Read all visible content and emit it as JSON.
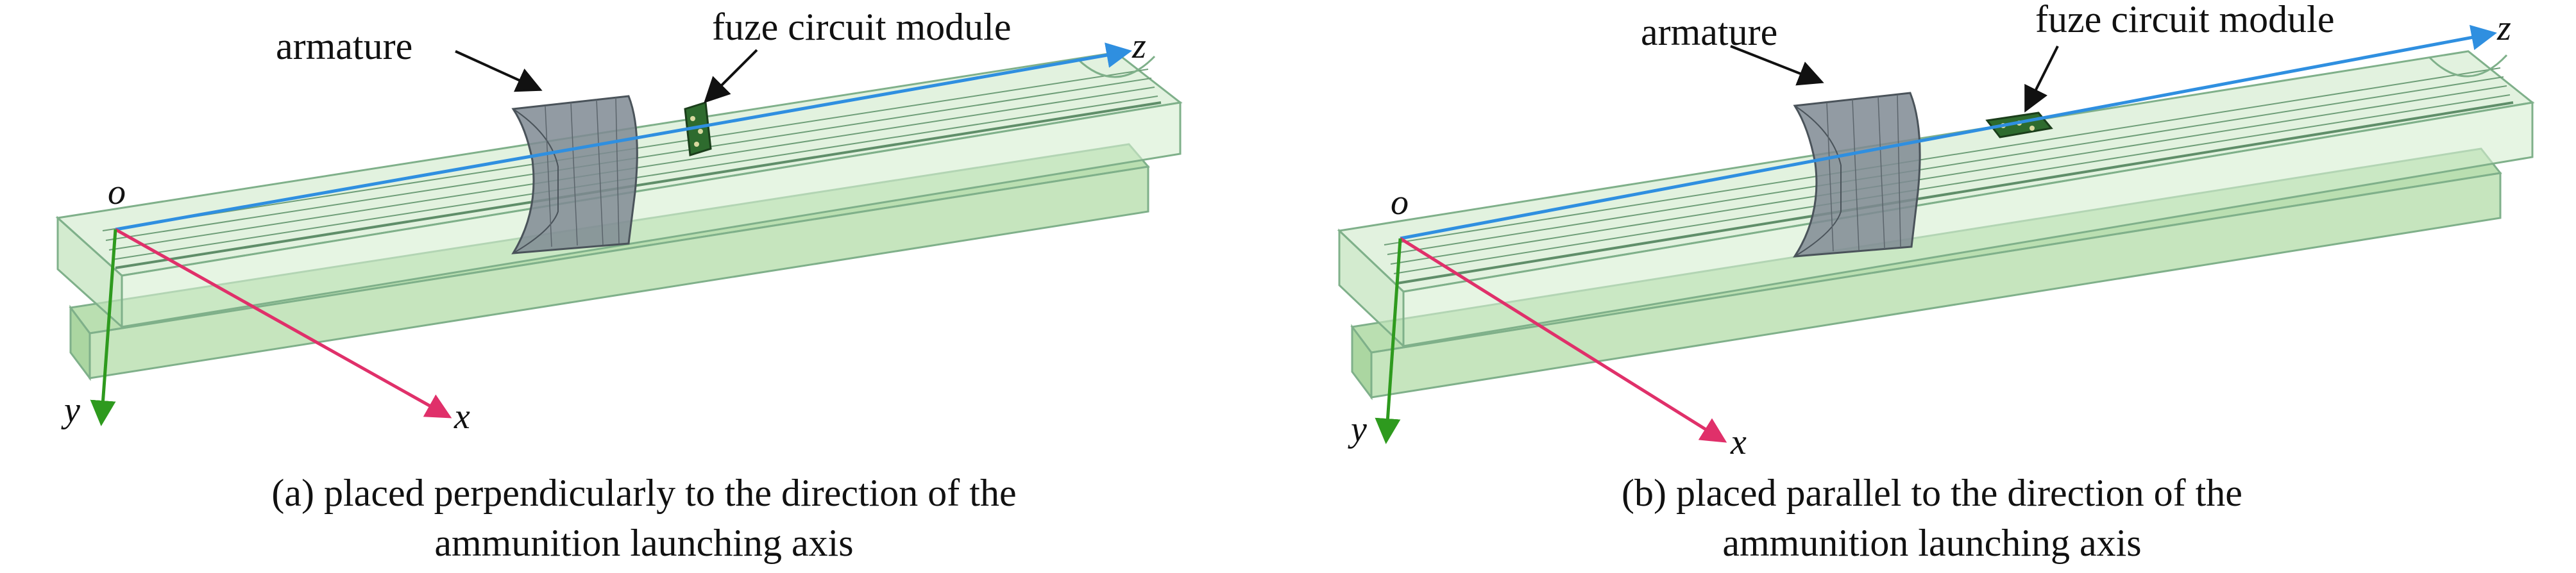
{
  "panels": [
    {
      "id": "a",
      "armature_label": "armature",
      "fuze_label": "fuze circuit module",
      "axes": {
        "origin": "o",
        "x": "x",
        "y": "y",
        "z": "z"
      },
      "caption_line1": "(a) placed perpendicularly to the direction of the",
      "caption_line2": "ammunition launching axis",
      "fuze_orientation": "perpendicular"
    },
    {
      "id": "b",
      "armature_label": "armature",
      "fuze_label": "fuze circuit module",
      "axes": {
        "origin": "o",
        "x": "x",
        "y": "y",
        "z": "z"
      },
      "caption_line1": "(b) placed parallel to the direction of the",
      "caption_line2": "ammunition launching axis",
      "fuze_orientation": "parallel"
    }
  ],
  "colors": {
    "rail_fill": "#c9e6c4",
    "rail_stroke": "#7fb08a",
    "lower_rail_fill": "#a9d79e",
    "armature_fill": "#7f8a93",
    "z_axis": "#2f8fe0",
    "x_axis": "#e0306a",
    "y_axis": "#2e9a1e",
    "fuze_fill": "#2e6b2e"
  }
}
